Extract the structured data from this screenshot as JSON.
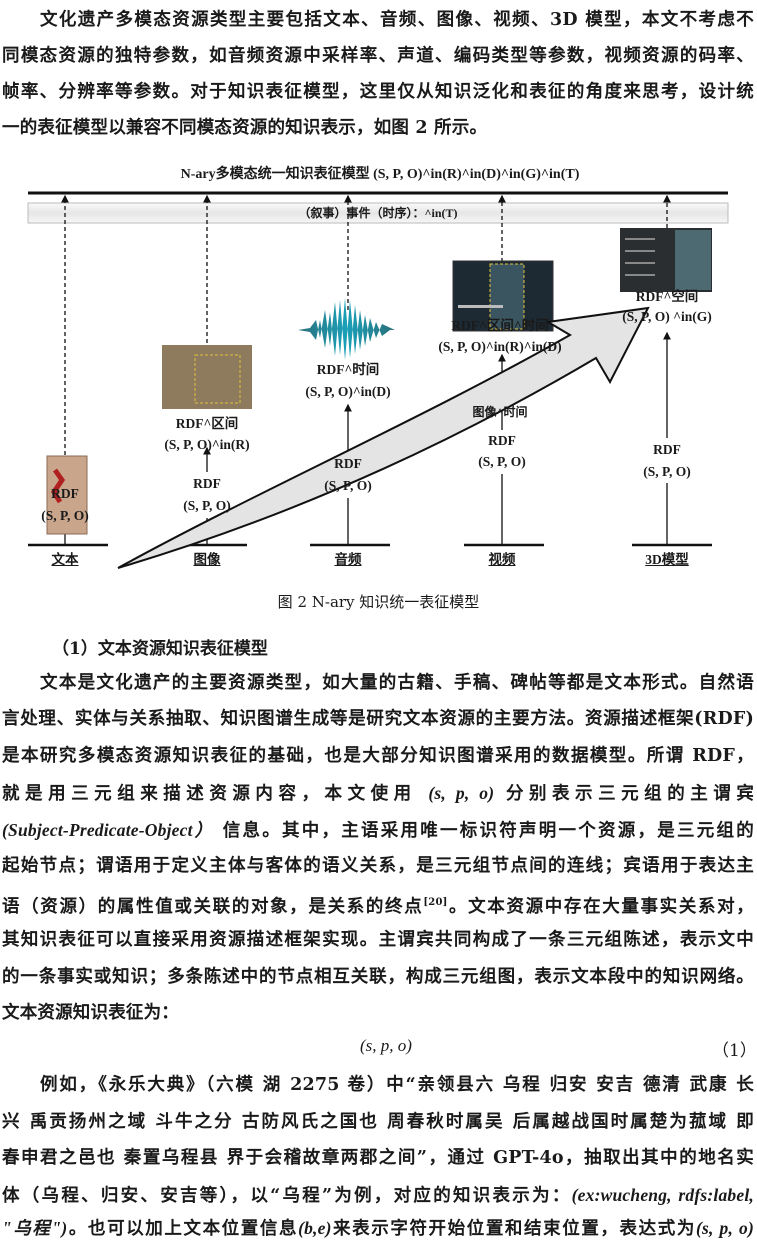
{
  "intro_paragraph": [
    "文化遗产多模态资源类型主要包括文本、音频、图像、视频、3D 模型，本文不考虑不",
    "同模态资源的独特参数，如音频资源中采样率、声道、编码类型等参数，视频资源的码率、",
    "帧率、分辨率等参数。对于知识表征模型，这里仅从知识泛化和表征的角度来思考，设计统",
    "一的表征模型以兼容不同模态资源的知识表示，如图 2 所示。"
  ],
  "figure": {
    "title": "N-ary多模态统一知识表征模型 (S, P, O)^in(R)^in(D)^in(G)^in(T)",
    "event_band": "（叙事）事件（时序）：^in(T)",
    "columns": [
      {
        "label": "文本",
        "rdf": "RDF",
        "triple": "(S, P, O)"
      },
      {
        "label": "图像",
        "rdf": "RDF",
        "triple": "(S, P, O)",
        "ext_rdf": "RDF^区间",
        "ext_triple": "(S, P, O)^in(R)"
      },
      {
        "label": "音频",
        "rdf": "RDF",
        "triple": "(S, P, O)",
        "ext_rdf": "RDF^时间",
        "ext_triple": "(S, P, O)^in(D)"
      },
      {
        "label": "视频",
        "rdf": "RDF",
        "triple": "(S, P, O)",
        "mid": "图像^时间",
        "ext_rdf": "RDF^区间^时间",
        "ext_triple": "(S, P, O)^in(R)^in(D)"
      },
      {
        "label": "3D模型",
        "rdf": "RDF",
        "triple": "(S, P, O)",
        "ext_rdf": "RDF^空间",
        "ext_triple": "(S, P, O) ^in(G)"
      }
    ],
    "caption": "图 2 N-ary 知识统一表征模型"
  },
  "section_heading": "（1）文本资源知识表征模型",
  "body": {
    "p1": [
      "文本是文化遗产的主要资源类型，如大量的古籍、手稿、碑帖等都是文本形式。自然语",
      "言处理、实体与关系抽取、知识图谱生成等是研究文本资源的主要方法。资源描述框架(RDF)",
      "是本研究多模态资源知识表征的基础，也是大部分知识图谱采用的数据模型。所谓 RDF，",
      "就是用三元组来描述资源内容，本文使用",
      "(s, p, o)",
      "分别表示三元组的主谓宾",
      "(Subject-Predicate-Object）",
      "信息。其中，主语采用唯一标识符声明一个资源，是三元组的",
      "起始节点；谓语用于定义主体与客体的语义关系，是三元组节点间的连线；宾语用于表达主",
      "语（资源）的属性值或关联的对象，是关系的终点",
      "[20]",
      "。文本资源中存在大量事实关系对，",
      "其知识表征可以直接采用资源描述框架实现。主谓宾共同构成了一条三元组陈述，表示文中",
      "的一条事实或知识；多条陈述中的节点相互关联，构成三元组图，表示文本段中的知识网络。",
      "文本资源知识表征为："
    ],
    "equation": "(s, p, o)",
    "equation_number": "（1）",
    "p2": [
      "例如，《永乐大典》（六模 湖 2275 卷）中“亲领县六 乌程 归安 安吉 德清 武康 长",
      "兴 禹贡扬州之域 斗牛之分 古防风氏之国也 周春秋时属吴 后属越战国时属楚为菰域 即",
      "春申君之邑也 秦置乌程县 界于会稽故章两郡之间”，通过 GPT-4o，抽取出其中的地名实",
      "体（乌程、归安、安吉等），以“乌程”为例，对应的知识表示为：",
      "(ex:wucheng, rdfs:label,",
      "\"乌程\")",
      "。也可以加上文本位置信息",
      "(b,e)",
      "来表示字符开始位置和结束位置，表达式为",
      "(s, p, o)"
    ]
  }
}
